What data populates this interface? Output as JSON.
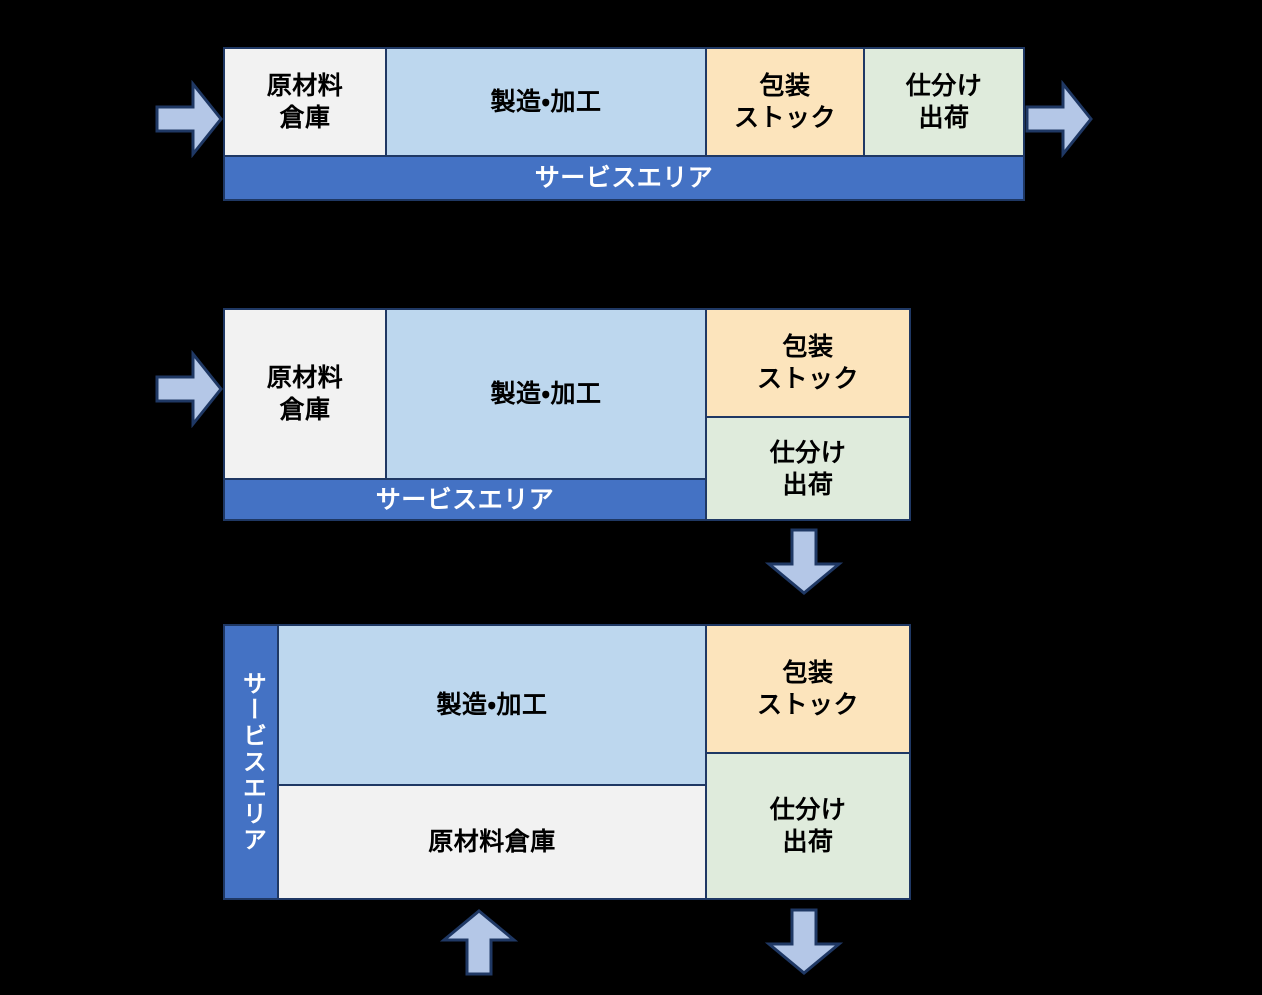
{
  "meta": {
    "background_color": "#000000",
    "palette": {
      "warehouse_fill": "#F2F2F2",
      "production_fill": "#BDD7EE",
      "packaging_fill": "#FCE4BC",
      "shipping_fill": "#DFEBDC",
      "service_area_fill": "#4472C4",
      "border": "#1F3864",
      "arrow_fill": "#B4C7E7",
      "arrow_stroke": "#1F3864",
      "label_dark": "#000000",
      "label_light": "#FFFFFF"
    }
  },
  "labels": {
    "warehouse": "原材料\n倉庫",
    "warehouse_single_line": "原材料倉庫",
    "production": "製造・加工",
    "packaging": "包装\nストック",
    "shipping": "仕分け\n出荷",
    "service_area": "サービスエリア"
  },
  "diagrams": [
    {
      "id": "layout-1",
      "name": "linear-inline-service-area",
      "zones": [
        {
          "key": "warehouse",
          "label": "原材料\n倉庫",
          "fill": "#F2F2F2"
        },
        {
          "key": "production",
          "label": "製造・加工",
          "fill": "#BDD7EE"
        },
        {
          "key": "packaging",
          "label": "包装\nストック",
          "fill": "#FCE4BC"
        },
        {
          "key": "shipping",
          "label": "仕分け\n出荷",
          "fill": "#DFEBDC"
        },
        {
          "key": "service-area",
          "label": "サービスエリア",
          "fill": "#4472C4"
        }
      ],
      "arrows": [
        {
          "key": "inbound",
          "direction": "right",
          "icon": "arrow-right-icon"
        },
        {
          "key": "outbound",
          "direction": "right",
          "icon": "arrow-right-icon"
        }
      ]
    },
    {
      "id": "layout-2",
      "name": "L-shape-service-area",
      "zones": [
        {
          "key": "warehouse",
          "label": "原材料\n倉庫",
          "fill": "#F2F2F2"
        },
        {
          "key": "production",
          "label": "製造・加工",
          "fill": "#BDD7EE"
        },
        {
          "key": "packaging",
          "label": "包装\nストック",
          "fill": "#FCE4BC"
        },
        {
          "key": "shipping",
          "label": "仕分け\n出荷",
          "fill": "#DFEBDC"
        },
        {
          "key": "service-area",
          "label": "サービスエリア",
          "fill": "#4472C4"
        }
      ],
      "arrows": [
        {
          "key": "inbound",
          "direction": "right",
          "icon": "arrow-right-icon"
        },
        {
          "key": "transition-down",
          "direction": "down",
          "icon": "arrow-down-icon"
        }
      ]
    },
    {
      "id": "layout-3",
      "name": "vertical-service-area-stacked",
      "zones": [
        {
          "key": "service-area",
          "label": "サービスエリア",
          "fill": "#4472C4",
          "orientation": "vertical"
        },
        {
          "key": "production",
          "label": "製造・加工",
          "fill": "#BDD7EE"
        },
        {
          "key": "warehouse",
          "label": "原材料倉庫",
          "fill": "#F2F2F2"
        },
        {
          "key": "packaging",
          "label": "包装\nストック",
          "fill": "#FCE4BC"
        },
        {
          "key": "shipping",
          "label": "仕分け\n出荷",
          "fill": "#DFEBDC"
        }
      ],
      "arrows": [
        {
          "key": "inbound",
          "direction": "up",
          "icon": "arrow-up-icon"
        },
        {
          "key": "outbound",
          "direction": "down",
          "icon": "arrow-down-icon"
        }
      ]
    }
  ]
}
